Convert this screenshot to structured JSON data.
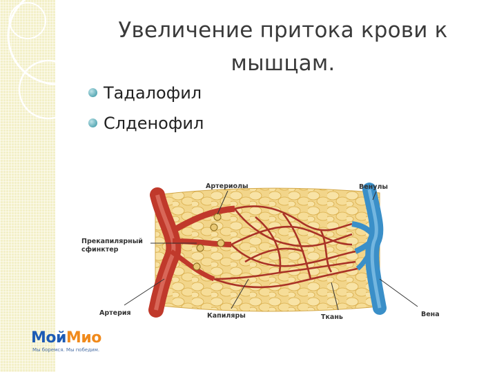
{
  "slide": {
    "title_line1": "Увеличение притока крови к",
    "title_line2": "мышцам.",
    "bullets": [
      "Тадалофил",
      "Слденофил"
    ]
  },
  "diagram": {
    "labels": {
      "arterioles": "Артериолы",
      "venules": "Венулы",
      "sphincter_line1": "Прекапилярный",
      "sphincter_line2": "сфинктер",
      "artery": "Артерия",
      "capillaries": "Капиляры",
      "tissue": "Ткань",
      "vein": "Вена"
    }
  },
  "logo": {
    "part1": "Мой",
    "part2": "Мио",
    "tagline": "Мы боремся. Мы победим."
  },
  "colors": {
    "artery": "#c0392b",
    "vein": "#3a8fc8",
    "tissue": "#efcf7a",
    "bullet": "#5aaab6",
    "strip": "#f3f0c8"
  }
}
